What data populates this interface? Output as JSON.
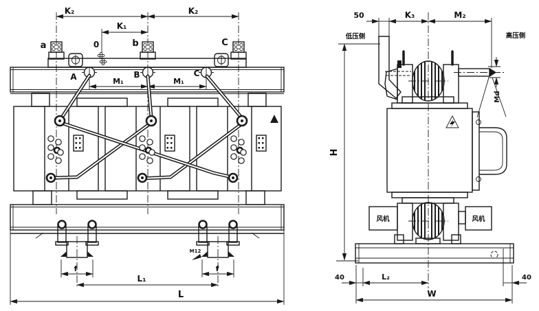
{
  "colors": {
    "ink": "#1a1a1a",
    "paper": "#ffffff"
  },
  "front_view": {
    "dim_k2_left": "K₂",
    "dim_k2_right": "K₂",
    "dim_k1": "K₁",
    "dim_m1_left": "M₁",
    "dim_m1_right": "M₁",
    "lv_a": "a",
    "lv_o": "0",
    "lv_b": "b",
    "lv_c": "C",
    "hv_a": "A",
    "hv_b": "B",
    "hv_c": "C",
    "dim_f_left": "f",
    "dim_f_right": "f",
    "bolt_note": "M12",
    "dim_l1": "L₁",
    "dim_l": "L"
  },
  "side_view": {
    "dim_50": "50",
    "dim_k3": "K₃",
    "dim_m2": "M₂",
    "label_lv_side": "低压侧",
    "label_hv_side": "高压侧",
    "dim_h": "H",
    "dim_md": "Md",
    "fan_left": "风机",
    "fan_right": "风机",
    "dim_40_left": "40",
    "dim_l2": "L₂",
    "dim_40_right": "40",
    "dim_w": "W"
  }
}
